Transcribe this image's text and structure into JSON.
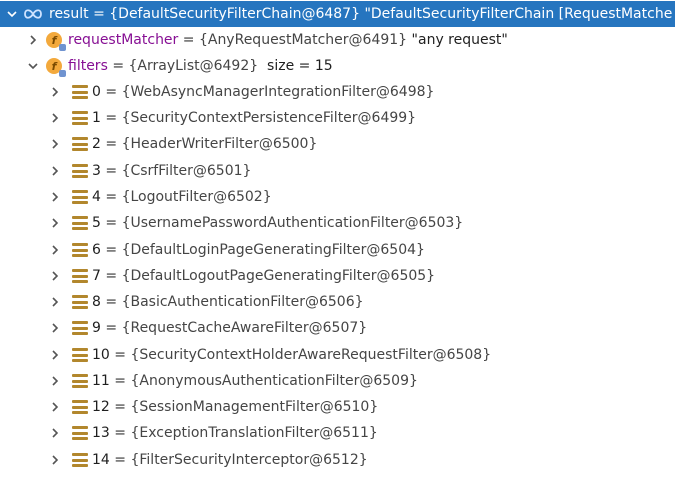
{
  "root": {
    "name": "result",
    "value": "{DefaultSecurityFilterChain@6487} \"DefaultSecurityFilterChain [RequestMatche"
  },
  "request_matcher": {
    "name": "requestMatcher",
    "value": "{AnyRequestMatcher@6491}",
    "string": "\"any request\""
  },
  "filters": {
    "name": "filters",
    "value": "{ArrayList@6492}",
    "size_label": "size = 15",
    "items": [
      {
        "index": "0",
        "value": "{WebAsyncManagerIntegrationFilter@6498}"
      },
      {
        "index": "1",
        "value": "{SecurityContextPersistenceFilter@6499}"
      },
      {
        "index": "2",
        "value": "{HeaderWriterFilter@6500}"
      },
      {
        "index": "3",
        "value": "{CsrfFilter@6501}"
      },
      {
        "index": "4",
        "value": "{LogoutFilter@6502}"
      },
      {
        "index": "5",
        "value": "{UsernamePasswordAuthenticationFilter@6503}"
      },
      {
        "index": "6",
        "value": "{DefaultLoginPageGeneratingFilter@6504}"
      },
      {
        "index": "7",
        "value": "{DefaultLogoutPageGeneratingFilter@6505}"
      },
      {
        "index": "8",
        "value": "{BasicAuthenticationFilter@6506}"
      },
      {
        "index": "9",
        "value": "{RequestCacheAwareFilter@6507}"
      },
      {
        "index": "10",
        "value": "{SecurityContextHolderAwareRequestFilter@6508}"
      },
      {
        "index": "11",
        "value": "{AnonymousAuthenticationFilter@6509}"
      },
      {
        "index": "12",
        "value": "{SessionManagementFilter@6510}"
      },
      {
        "index": "13",
        "value": "{ExceptionTranslationFilter@6511}"
      },
      {
        "index": "14",
        "value": "{FilterSecurityInterceptor@6512}"
      }
    ]
  },
  "icons": {
    "root": "infinity-icon",
    "field": "field-icon",
    "list_item": "list-item-icon",
    "expander_collapsed": "chevron-right-icon",
    "expander_expanded": "chevron-down-icon"
  },
  "colors": {
    "selection": "#2675bf",
    "field_name": "#871094",
    "field_icon": "#f3a93c",
    "list_icon": "#b2872d"
  },
  "equals": "="
}
